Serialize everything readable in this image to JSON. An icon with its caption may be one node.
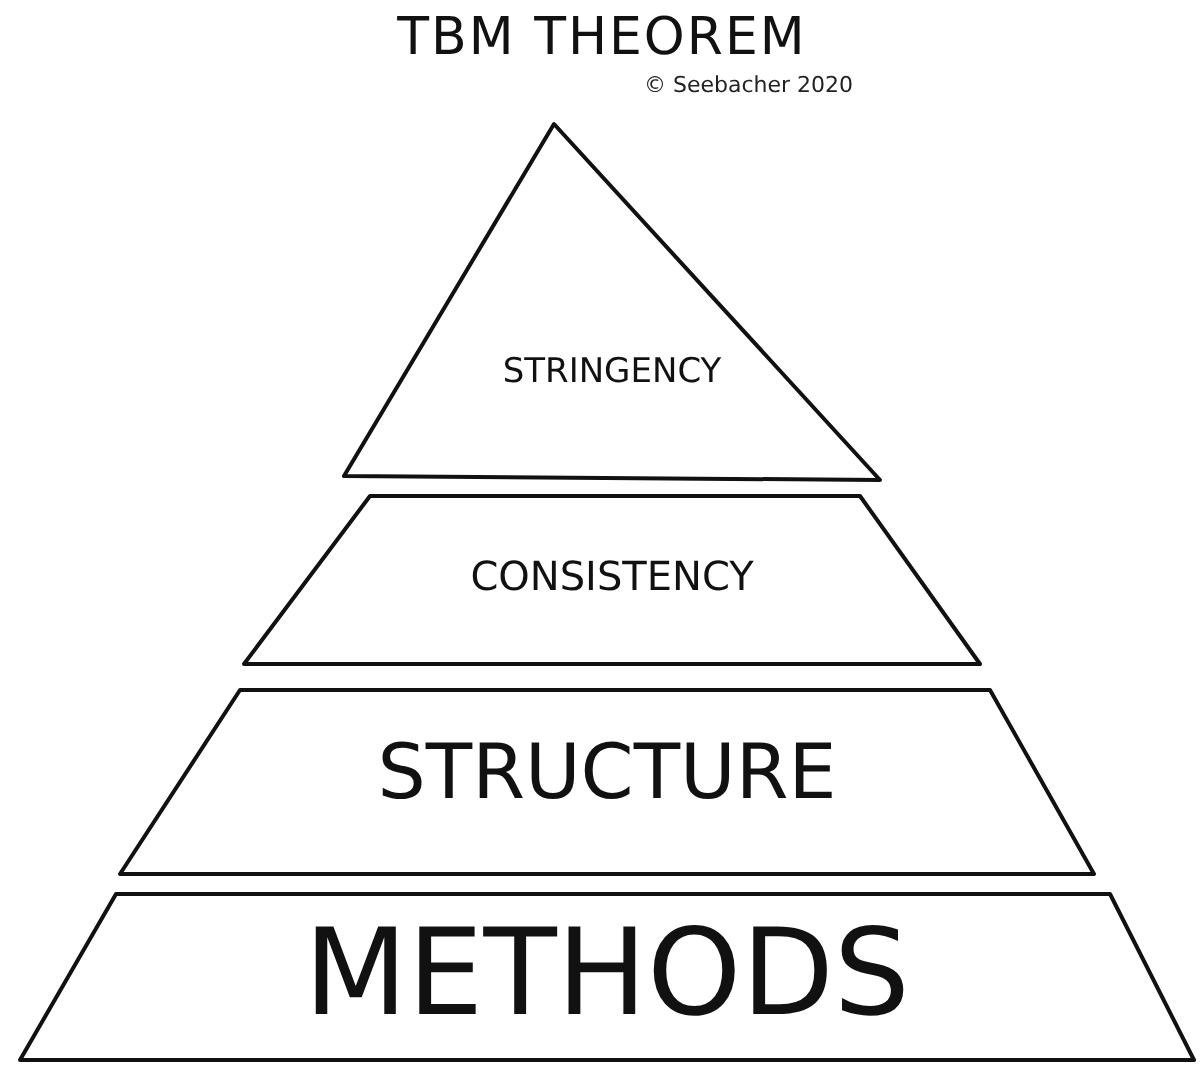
{
  "diagram": {
    "title": "TBM THEOREM",
    "nodes": [
      {
        "text": [
          "STRINGENCY"
        ]
      },
      {
        "text": [
          "CONSISTENCY"
        ]
      },
      {
        "text": [
          "STRUCTURE"
        ]
      },
      {
        "text": [
          "METHODS"
        ]
      }
    ],
    "labels": [
      "© Seebacher 2020"
    ]
  }
}
